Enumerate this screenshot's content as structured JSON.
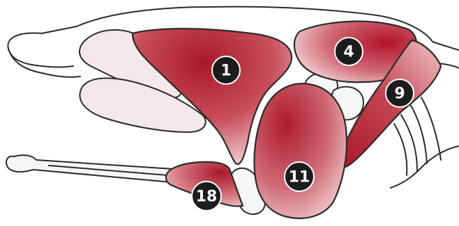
{
  "diagram": {
    "labels": {
      "muscle_1": "1",
      "muscle_4": "4",
      "muscle_9": "9",
      "muscle_11": "11",
      "muscle_18": "18"
    },
    "colors": {
      "muscle_dark": "#a8182a",
      "muscle_light": "#f3d3d6",
      "outline": "#2a2a2a",
      "badge": "#1c1c1c"
    }
  }
}
